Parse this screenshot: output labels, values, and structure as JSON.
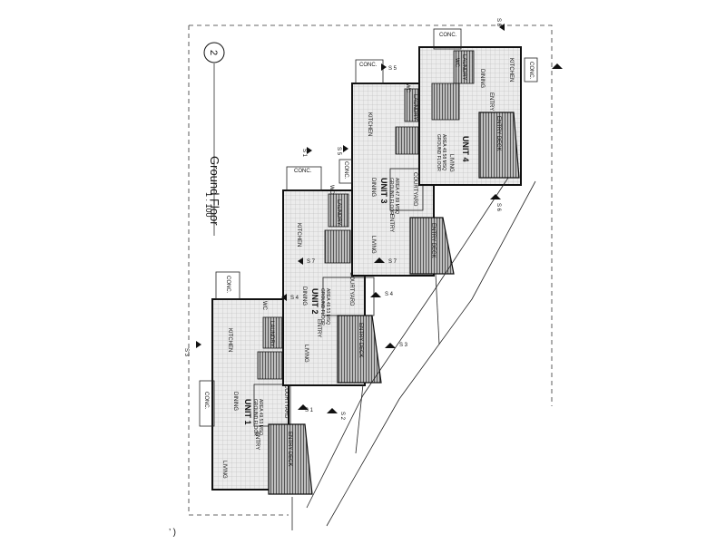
{
  "drawing": {
    "number": "2",
    "title": "Ground Floor",
    "scale": "1 : 100",
    "corner_mark": "’ )"
  },
  "units": [
    {
      "name": "UNIT 1",
      "area_line1": "GROUND FLOOR",
      "area_line2": "AREA 49.53 MSQ",
      "rooms": {
        "dining": "DINING",
        "living": "LIVING",
        "kitchen": "KITCHEN",
        "laundry": "LAUNDRY",
        "wc": "WC",
        "entry": "ENTRY",
        "entry_deck": "ENTRY DECK",
        "courtyard": "COURTYARD",
        "conc_a": "CONC.",
        "conc_b": "CONC."
      }
    },
    {
      "name": "UNIT 2",
      "area_line1": "GROUND FLOOR",
      "area_line2": "AREA 49.53 MSQ",
      "rooms": {
        "dining": "DINING",
        "living": "LIVING",
        "kitchen": "KITCHEN",
        "laundry": "LAUNDRY",
        "wc": "WC",
        "entry": "ENTRY",
        "entry_deck": "ENTRY DECK",
        "courtyard": "COURTYARD",
        "conc_a": "CONC."
      }
    },
    {
      "name": "UNIT 3",
      "area_line1": "GROUND FLOOR",
      "area_line2": "AREA 47.89 MSQ",
      "rooms": {
        "dining": "DINING",
        "living": "LIVING",
        "kitchen": "KITCHEN",
        "laundry": "LAUNDRY",
        "wc": "WC",
        "entry": "ENTRY",
        "entry_deck": "ENTRY DECK",
        "courtyard": "COURTYARD",
        "conc_a": "CONC.",
        "conc_b": "CONC."
      }
    },
    {
      "name": "UNIT 4",
      "area_line1": "GROUND FLOOR",
      "area_line2": "AREA 49.58 MSQ",
      "rooms": {
        "dining": "DINING",
        "living": "LIVING",
        "kitchen": "KITCHEN",
        "laundry": "LAUNDRY",
        "wc": "WC",
        "entry": "ENTRY",
        "entry_deck": "ENTRY DECK",
        "conc_a": "CONC.",
        "conc_b": "CONC."
      }
    }
  ],
  "sections": {
    "s1": "S 1",
    "s1b": "S 1",
    "s2": "S 2",
    "s3": "S 3",
    "s3b": "S 3",
    "s4": "S 4",
    "s4b": "S 4",
    "s5": "S 5",
    "s5b": "S 5",
    "s6": "S 6",
    "s7": "S 7",
    "s7b": "S 7",
    "s8": "S 8"
  }
}
